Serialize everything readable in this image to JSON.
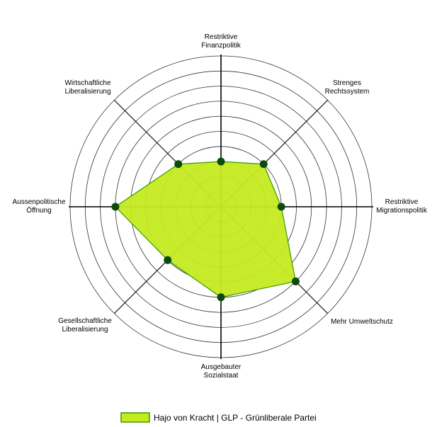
{
  "chart_data": {
    "type": "radar",
    "axes": [
      {
        "label": [
          "Restriktive",
          "Finanzpolitik"
        ]
      },
      {
        "label": [
          "Strenges",
          "Rechtssystem"
        ]
      },
      {
        "label": [
          "Restriktive",
          "Migrationspolitik"
        ]
      },
      {
        "label": [
          "Mehr Umweltschutz"
        ]
      },
      {
        "label": [
          "Ausgebauter",
          "Sozialstaat"
        ]
      },
      {
        "label": [
          "Gesellschaftliche",
          "Liberalisierung"
        ]
      },
      {
        "label": [
          "Aussenpolitische",
          "Öffnung"
        ]
      },
      {
        "label": [
          "Wirtschaftliche",
          "Liberalisierung"
        ]
      }
    ],
    "rlim": [
      0,
      100
    ],
    "ring_count": 10,
    "grid": true,
    "series": [
      {
        "name": "Hajo von Kracht | GLP - Grünliberale Partei",
        "values": [
          30,
          40,
          40,
          70,
          60,
          50,
          70,
          40
        ],
        "fill": "#c5ea20",
        "stroke": "#3a9a00",
        "marker": "#0d4a0d"
      }
    ],
    "legend_position": "bottom"
  }
}
